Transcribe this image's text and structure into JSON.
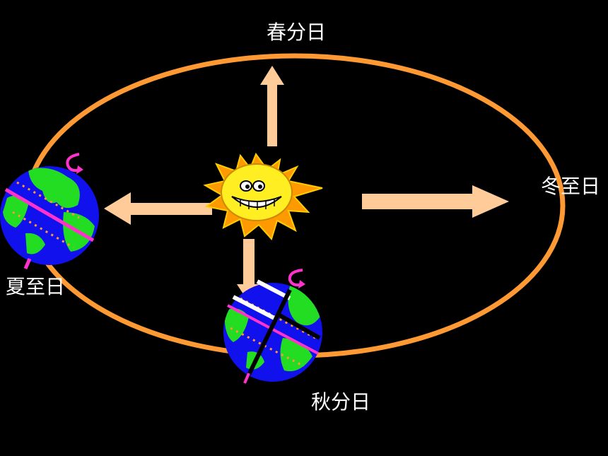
{
  "labels": {
    "spring_equinox": "春分日",
    "winter_solstice": "冬至日",
    "summer_solstice": "夏至日",
    "autumn_equinox": "秋分日"
  },
  "colors": {
    "background": "#000000",
    "orbit": "#ff9933",
    "arrow": "#ffcc99",
    "sun_body": "#ffee22",
    "sun_rays": "#ff9900",
    "earth_ocean": "#1111ee",
    "earth_land": "#22dd22",
    "axis_pink": "#ff33cc",
    "tropic_dots": "#ff9933"
  },
  "icons": {
    "sun": "smiling-sun-icon",
    "earth": "earth-globe-icon",
    "rotation": "rotation-arrow-icon"
  }
}
